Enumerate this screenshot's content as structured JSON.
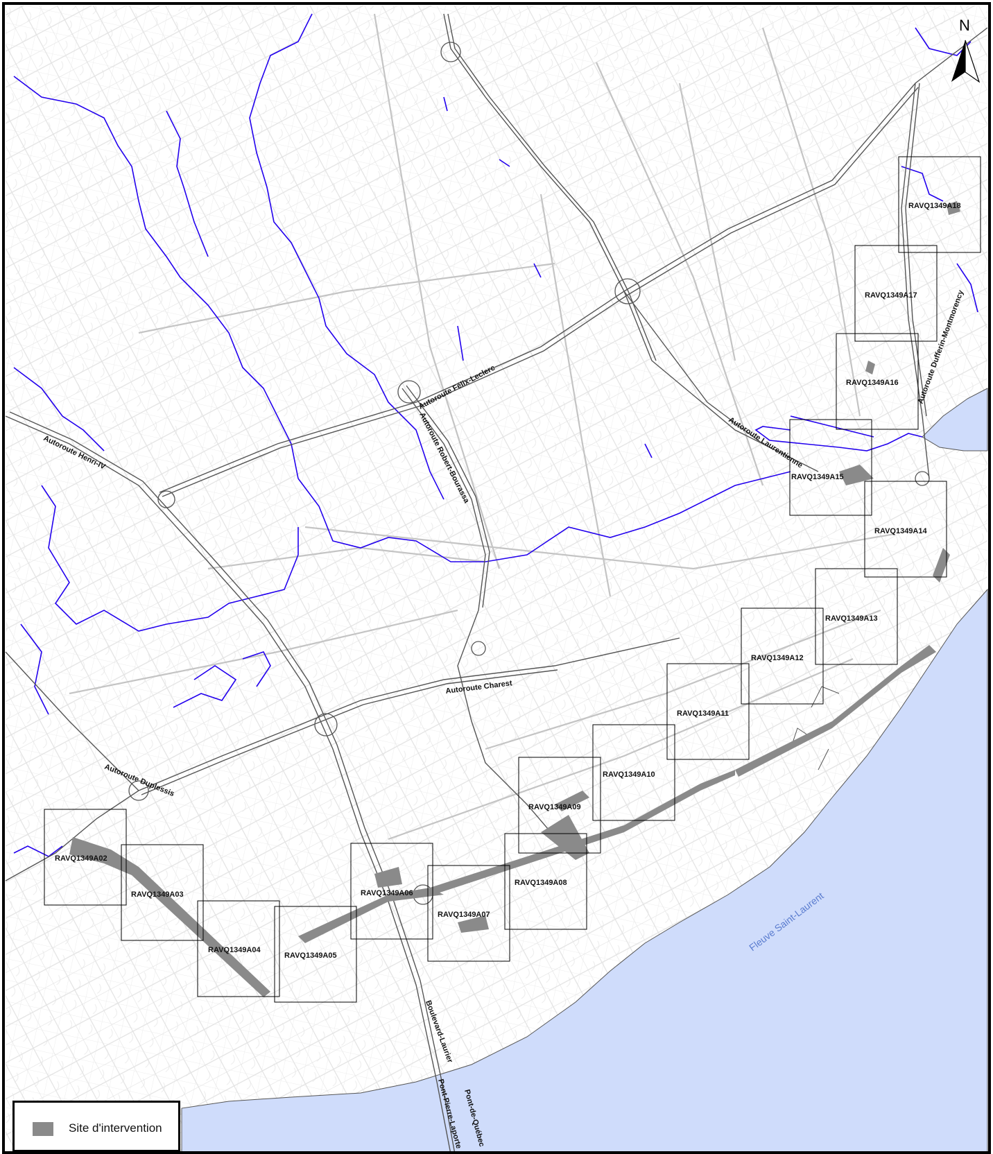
{
  "north_arrow": {
    "letter": "N"
  },
  "water": {
    "river_label": "Fleuve Saint-Laurent"
  },
  "roads": [
    {
      "id": "henri-iv",
      "label": "Autoroute Henri-IV"
    },
    {
      "id": "felix-leclerc",
      "label": "Autoroute Félix-Leclerc"
    },
    {
      "id": "robert-bourassa",
      "label": "Autoroute Robert-Bourassa"
    },
    {
      "id": "laurentienne",
      "label": "Autoroute Laurentienne"
    },
    {
      "id": "dufferin",
      "label": "Autoroute Dufferin-Montmorency"
    },
    {
      "id": "charest",
      "label": "Autoroute Charest"
    },
    {
      "id": "duplessis",
      "label": "Autoroute Duplessis"
    },
    {
      "id": "laurier",
      "label": "Boulevard-Laurier"
    },
    {
      "id": "pierre-laporte",
      "label": "Pont-Pierre-Laporte"
    },
    {
      "id": "pont-quebec",
      "label": "Pont-de-Québec"
    }
  ],
  "tiles": [
    "RAVQ1349A02",
    "RAVQ1349A03",
    "RAVQ1349A04",
    "RAVQ1349A05",
    "RAVQ1349A06",
    "RAVQ1349A07",
    "RAVQ1349A08",
    "RAVQ1349A09",
    "RAVQ1349A10",
    "RAVQ1349A11",
    "RAVQ1349A12",
    "RAVQ1349A13",
    "RAVQ1349A14",
    "RAVQ1349A15",
    "RAVQ1349A16",
    "RAVQ1349A17",
    "RAVQ1349A18"
  ],
  "legend": {
    "label": "Site d'intervention",
    "swatch_color": "#8a8a8a"
  },
  "colors": {
    "water": "#cfdcfb",
    "streams": "#2200ee",
    "highway": "#555555",
    "frame": "#000000"
  }
}
